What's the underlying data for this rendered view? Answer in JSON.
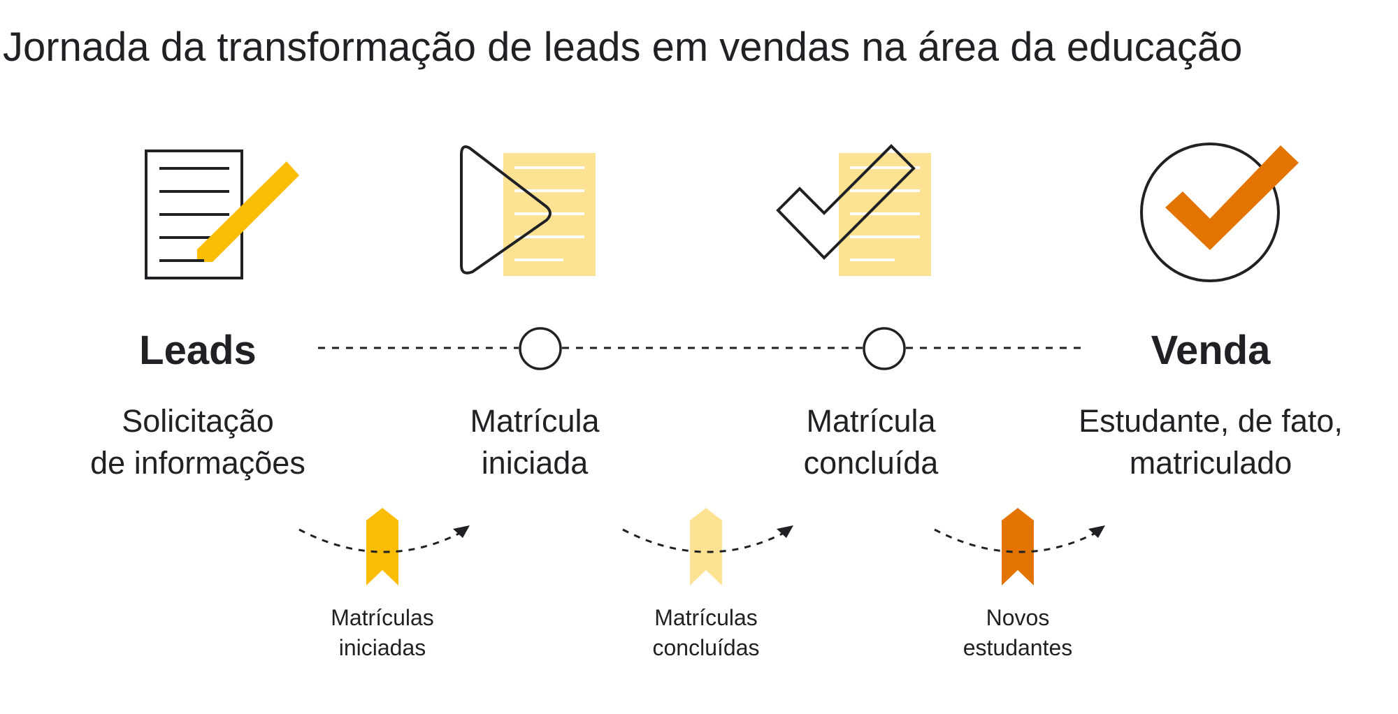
{
  "title": "Jornada da transformação de leads em vendas na área da educação",
  "stages": [
    {
      "name": "Leads",
      "desc_line1": "Solicitação",
      "desc_line2": "de informações",
      "icon": "document-pencil-icon"
    },
    {
      "name": "",
      "desc_line1": "Matrícula",
      "desc_line2": "iniciada",
      "icon": "play-document-icon"
    },
    {
      "name": "",
      "desc_line1": "Matrícula",
      "desc_line2": "concluída",
      "icon": "check-document-icon"
    },
    {
      "name": "Venda",
      "desc_line1": "Estudante, de fato,",
      "desc_line2": "matriculado",
      "icon": "check-circle-icon"
    }
  ],
  "metrics": [
    {
      "line1": "Matrículas",
      "line2": "iniciadas",
      "color": "#FBBC04",
      "icon": "bookmark-icon"
    },
    {
      "line1": "Matrículas",
      "line2": "concluídas",
      "color": "#FDE293",
      "icon": "bookmark-icon"
    },
    {
      "line1": "Novos",
      "line2": "estudantes",
      "color": "#E37400",
      "icon": "bookmark-icon"
    }
  ],
  "colors": {
    "yellow": "#FBBC04",
    "light_yellow": "#FDE293",
    "orange": "#E37400",
    "dark": "#202124"
  }
}
